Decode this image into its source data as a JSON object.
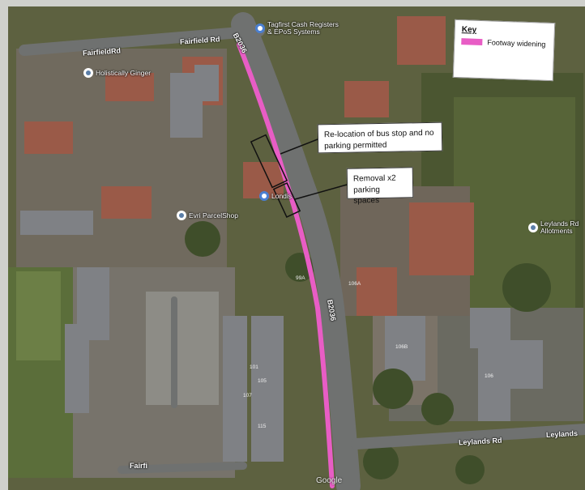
{
  "key": {
    "title": "Key",
    "items": [
      {
        "label": "Footway widening",
        "color": "#e85dc5"
      }
    ]
  },
  "callouts": {
    "bus_stop": "Re-location of bus stop and no parking permitted",
    "parking": "Removal x2 parking spaces"
  },
  "roads": {
    "fairfield_rd_1": "FairfieldRd",
    "fairfield_rd_2": "Fairfield Rd",
    "b2036_top": "B2036",
    "b2036_mid": "B2036",
    "leylands_rd_1": "Leylands Rd",
    "leylands_rd_2": "Leylands",
    "fairfield_bottom": "Fairfi"
  },
  "pois": {
    "holistically_ginger": "Holistically Ginger",
    "tagfirst": "Tagfirst Cash Registers & EPoS Systems",
    "londis": "Londis",
    "evri": "Evri ParcelShop",
    "leylands_allotments": "Leylands Rd Allotments"
  },
  "house_numbers": [
    "99A",
    "106A",
    "101",
    "105",
    "107",
    "115",
    "106B",
    "106"
  ],
  "watermark": "Google",
  "colors": {
    "footway": "#e85dc5",
    "road": "#6f7170",
    "roof_red": "#9a5a48",
    "roof_grey": "#77787a",
    "vegetation": "#4d5e37",
    "grass": "#6c7f46"
  }
}
